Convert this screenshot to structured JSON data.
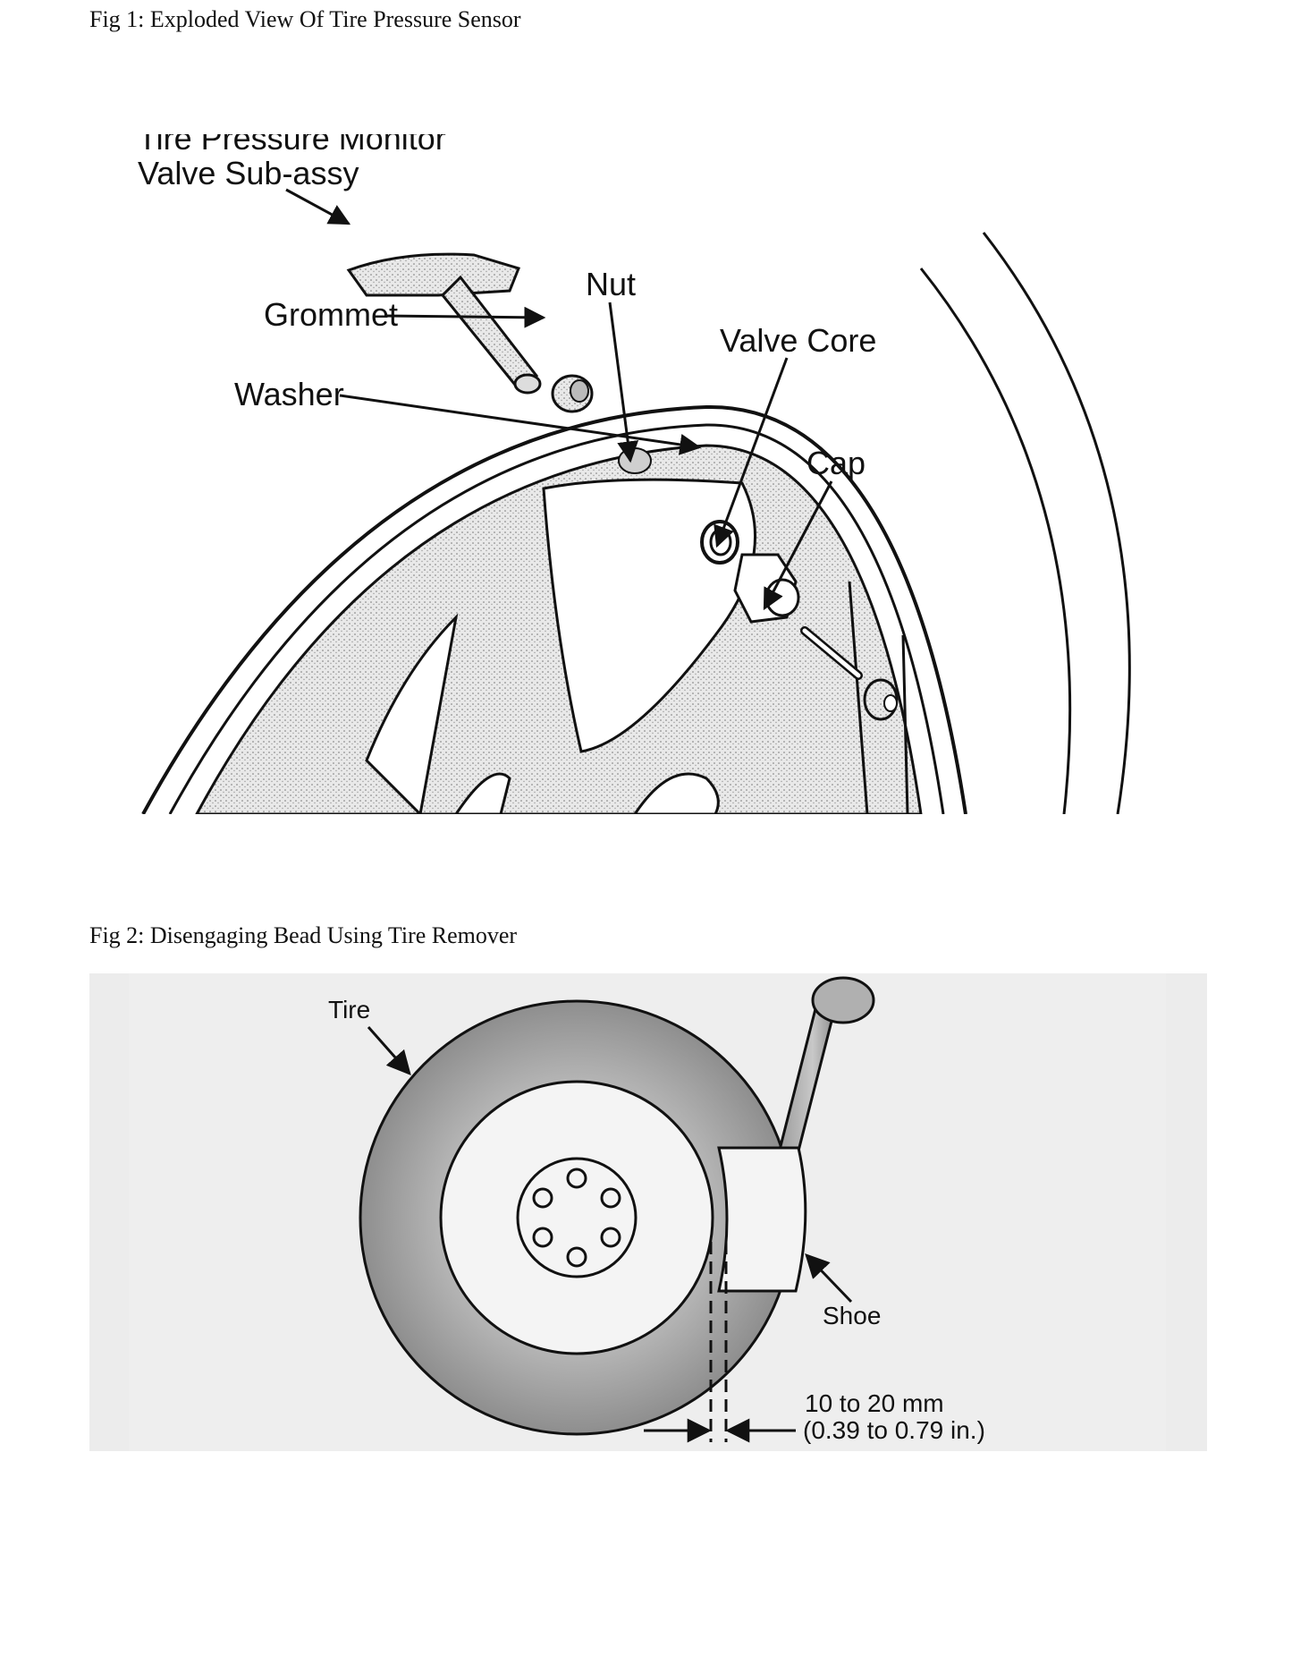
{
  "fig1": {
    "caption": "Fig 1: Exploded View Of Tire Pressure Sensor",
    "labels": {
      "sensor_line1": "Tire Pressure Monitor",
      "sensor_line2": "Valve Sub-assy",
      "grommet": "Grommet",
      "nut": "Nut",
      "valve_core": "Valve Core",
      "washer": "Washer",
      "cap": "Cap"
    }
  },
  "fig2": {
    "caption": "Fig 2: Disengaging Bead Using Tire Remover",
    "labels": {
      "tire": "Tire",
      "shoe": "Shoe",
      "distance_mm": "10 to 20 mm",
      "distance_in": "(0.39 to 0.79 in.)"
    }
  }
}
